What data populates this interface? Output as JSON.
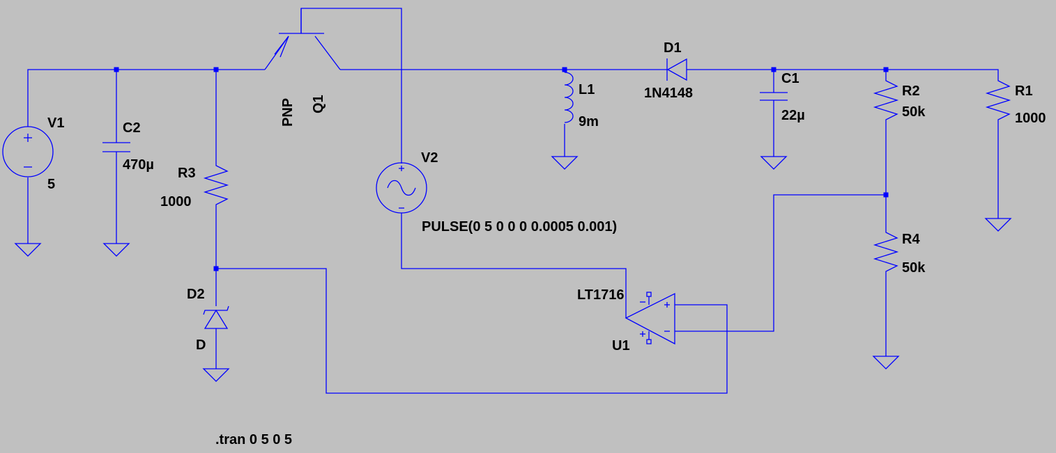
{
  "colors": {
    "background": "#c0c0c0",
    "wire": "#0000ff",
    "text": "#000000"
  },
  "components": {
    "v1": {
      "name": "V1",
      "value": "5",
      "icon": "dc-voltage-source-icon"
    },
    "c2": {
      "name": "C2",
      "value": "470µ",
      "icon": "capacitor-icon"
    },
    "r3": {
      "name": "R3",
      "value": "1000",
      "icon": "resistor-icon"
    },
    "d2": {
      "name": "D2",
      "value": "D",
      "icon": "zener-diode-icon"
    },
    "q1": {
      "name": "Q1",
      "value": "PNP",
      "icon": "pnp-transistor-icon"
    },
    "v2": {
      "name": "V2",
      "value": "PULSE(0 5 0 0 0 0.0005 0.001)",
      "icon": "ac-voltage-source-icon"
    },
    "l1": {
      "name": "L1",
      "value": "9m",
      "icon": "inductor-icon"
    },
    "d1": {
      "name": "D1",
      "value": "1N4148",
      "icon": "diode-icon"
    },
    "c1": {
      "name": "C1",
      "value": "22µ",
      "icon": "capacitor-icon"
    },
    "r2": {
      "name": "R2",
      "value": "50k",
      "icon": "resistor-icon"
    },
    "r1": {
      "name": "R1",
      "value": "1000",
      "icon": "resistor-icon"
    },
    "r4": {
      "name": "R4",
      "value": "50k",
      "icon": "resistor-icon"
    },
    "u1": {
      "name": "U1",
      "value": "LT1716",
      "icon": "comparator-icon"
    }
  },
  "directive": ".tran 0 5 0 5",
  "pin_marks": {
    "plus": "+",
    "minus": "−"
  }
}
